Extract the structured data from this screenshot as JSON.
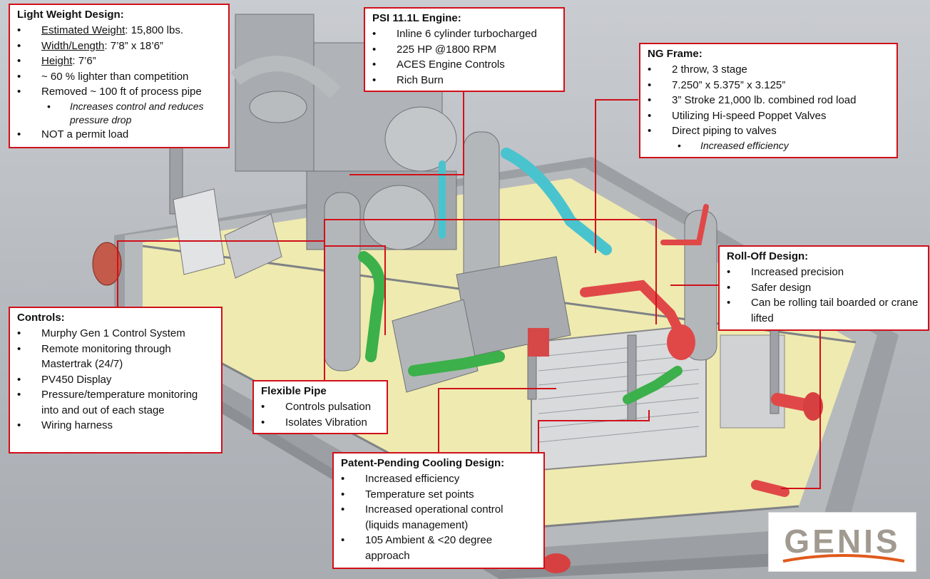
{
  "weight": {
    "title": "Light Weight Design:",
    "items": [
      {
        "label": "Estimated Weight",
        "value": ": 15,800 lbs."
      },
      {
        "label": "Width/Length",
        "value": ": 7’8” x 18’6”"
      },
      {
        "label": "Height",
        "value": ": 7’6”"
      },
      {
        "text": "~ 60 % lighter than competition"
      },
      {
        "text": "Removed ~ 100 ft of process pipe"
      },
      {
        "sub": "Increases control and reduces pressure drop"
      },
      {
        "text": "NOT a permit load"
      }
    ]
  },
  "engine": {
    "title": "PSI 11.1L Engine:",
    "items": [
      "Inline 6 cylinder turbocharged",
      "225 HP @1800 RPM",
      "ACES Engine Controls",
      "Rich Burn"
    ]
  },
  "frame": {
    "title": "NG Frame:",
    "items": [
      "2 throw, 3 stage",
      "7.250” x 5.375” x 3.125”",
      "3” Stroke 21,000 lb. combined rod load",
      "Utilizing Hi-speed Poppet Valves",
      "Direct piping to valves"
    ],
    "sub": "Increased efficiency"
  },
  "rolloff": {
    "title": "Roll-Off Design:",
    "items": [
      "Increased precision",
      "Safer design",
      "Can be rolling tail boarded or crane lifted"
    ]
  },
  "controls": {
    "title": "Controls:",
    "items": [
      "Murphy Gen 1 Control System",
      "Remote monitoring through Mastertrak (24/7)",
      "PV450 Display",
      "Pressure/temperature monitoring into and out of each stage",
      "Wiring harness"
    ]
  },
  "flex": {
    "title": "Flexible Pipe",
    "items": [
      "Controls pulsation",
      "Isolates Vibration"
    ]
  },
  "cooling": {
    "title": "Patent-Pending Cooling Design:",
    "items": [
      "Increased efficiency",
      "Temperature set points",
      "Increased operational control (liquids management)",
      "105 Ambient & <20 degree approach"
    ]
  },
  "logo": {
    "text": "GENIS",
    "color": "#a09a90",
    "swoosh": "#e05a1c"
  },
  "colors": {
    "callout": "#d0101a",
    "frame": "#f2eeb0",
    "steel": "#a4a7aa",
    "green_pipe": "#3cb04a",
    "cyan_pipe": "#49c4cf",
    "red_pipe": "#e04848"
  }
}
